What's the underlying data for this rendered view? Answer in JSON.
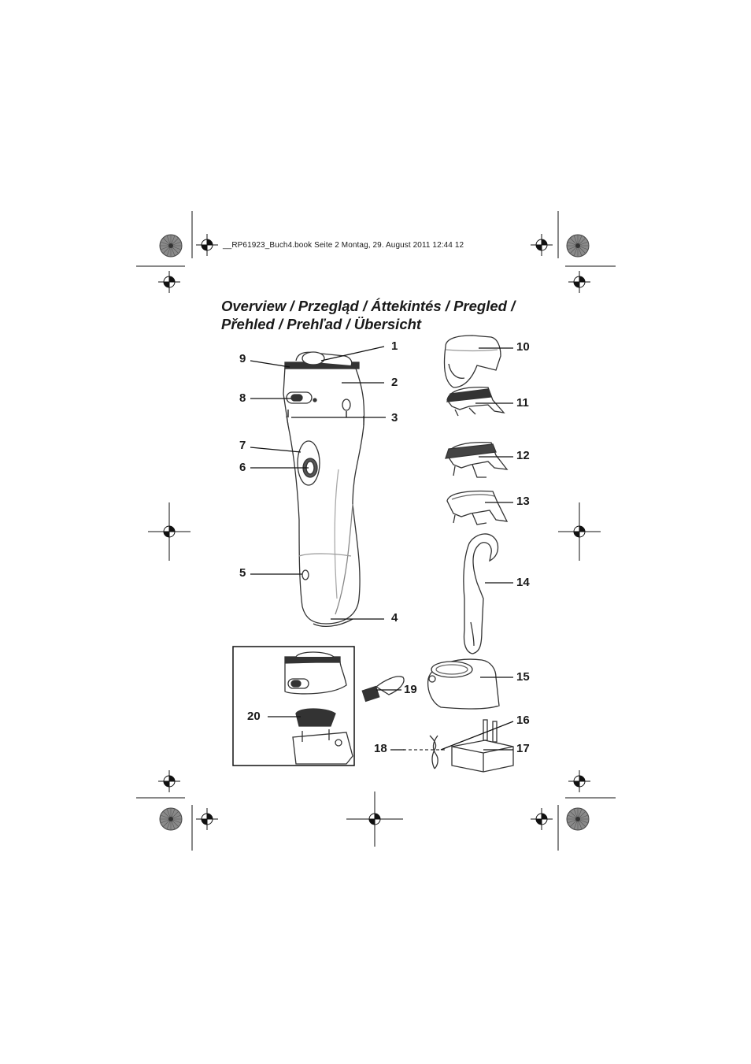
{
  "header": {
    "file_line": "__RP61923_Buch4.book  Seite 2  Montag, 29. August 2011  12:44 12"
  },
  "title": {
    "line1": "Overview / Przegląd / Áttekintés / Pregled /",
    "line2": "Přehled / Prehľad / Übersicht"
  },
  "callouts": {
    "n1": "1",
    "n2": "2",
    "n3": "3",
    "n4": "4",
    "n5": "5",
    "n6": "6",
    "n7": "7",
    "n8": "8",
    "n9": "9",
    "n10": "10",
    "n11": "11",
    "n12": "12",
    "n13": "13",
    "n14": "14",
    "n15": "15",
    "n16": "16",
    "n17": "17",
    "n18": "18",
    "n19": "19",
    "n20": "20"
  }
}
